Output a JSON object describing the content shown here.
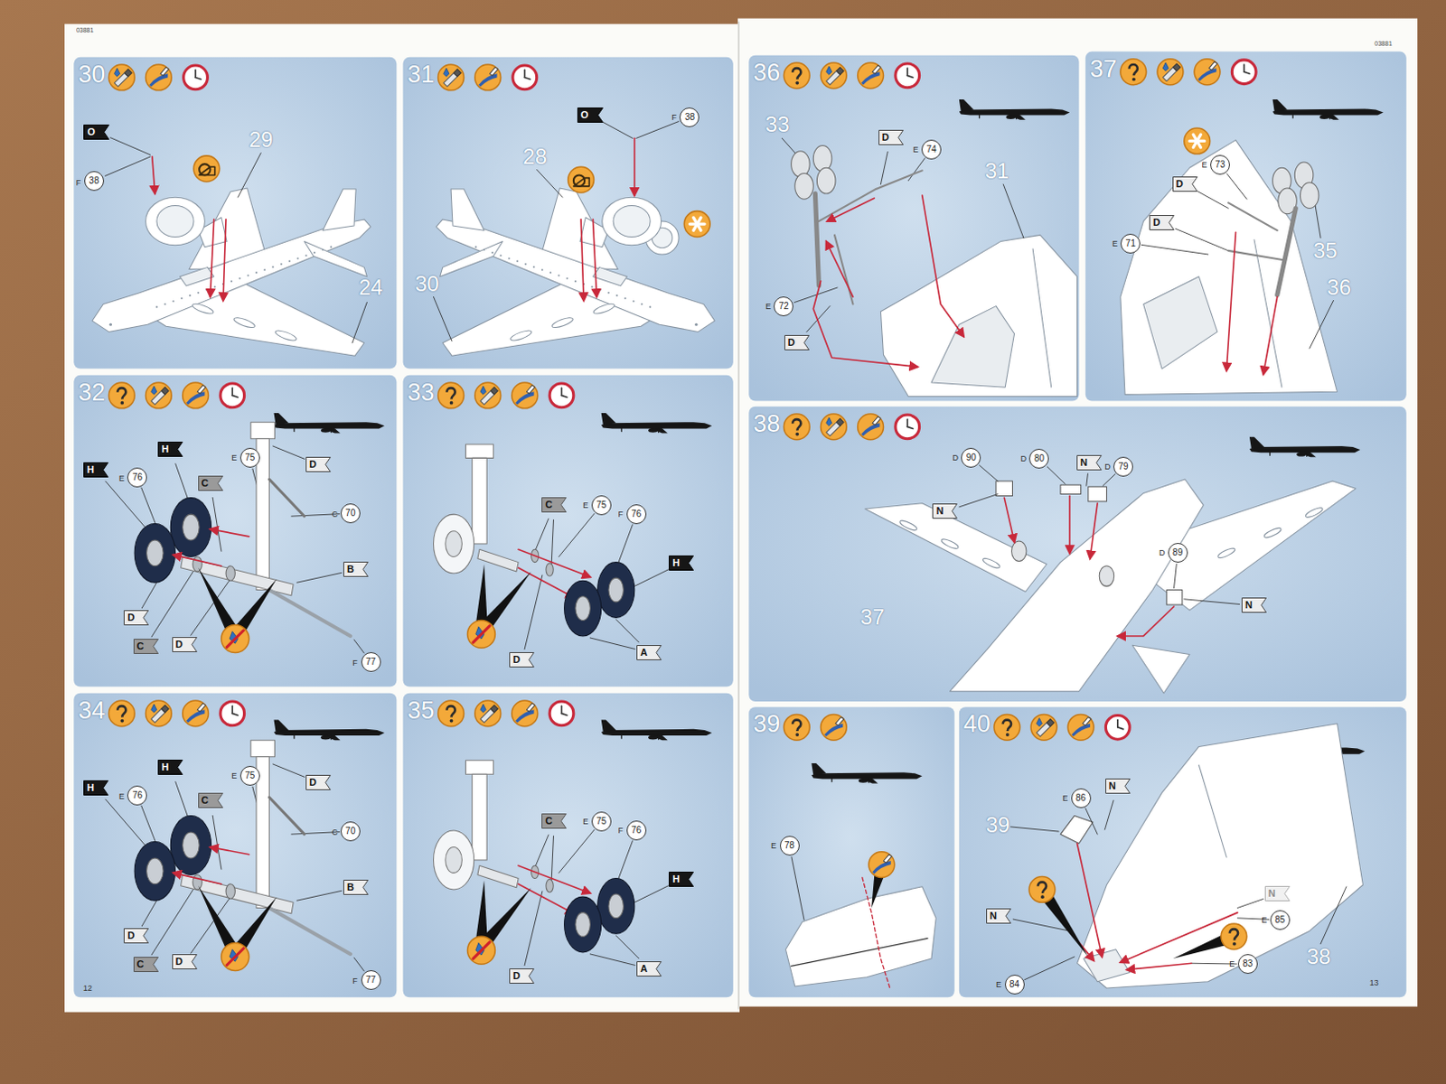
{
  "diagram": {
    "nodes": [
      {
        "text": [
          "30"
        ]
      },
      {
        "text": [
          "O"
        ],
        "in": 0
      },
      {
        "text": [
          "38"
        ],
        "in": 0
      },
      {
        "text": [
          "31"
        ]
      },
      {
        "text": [
          "O"
        ],
        "in": 3
      },
      {
        "text": [
          "38"
        ],
        "in": 3
      },
      {
        "text": [
          "32"
        ]
      },
      {
        "text": [
          "H"
        ],
        "in": 6
      },
      {
        "text": [
          "76"
        ],
        "in": 6
      },
      {
        "text": [
          "H"
        ],
        "in": 6
      },
      {
        "text": [
          "75"
        ],
        "in": 6
      },
      {
        "text": [
          "D"
        ],
        "in": 6
      },
      {
        "text": [
          "C"
        ],
        "in": 6
      },
      {
        "text": [
          "70"
        ],
        "in": 6
      },
      {
        "text": [
          "B"
        ],
        "in": 6
      },
      {
        "text": [
          "D"
        ],
        "in": 6
      },
      {
        "text": [
          "C"
        ],
        "in": 6
      },
      {
        "text": [
          "D"
        ],
        "in": 6
      },
      {
        "text": [
          "77"
        ],
        "in": 6
      },
      {
        "text": [
          "33"
        ]
      },
      {
        "text": [
          "C"
        ],
        "in": 19
      },
      {
        "text": [
          "75"
        ],
        "in": 19
      },
      {
        "text": [
          "76"
        ],
        "in": 19
      },
      {
        "text": [
          "H"
        ],
        "in": 19
      },
      {
        "text": [
          "A"
        ],
        "in": 19
      },
      {
        "text": [
          "D"
        ],
        "in": 19
      },
      {
        "text": [
          "34"
        ]
      },
      {
        "text": [
          "H"
        ],
        "in": 26
      },
      {
        "text": [
          "76"
        ],
        "in": 26
      },
      {
        "text": [
          "H"
        ],
        "in": 26
      },
      {
        "text": [
          "75"
        ],
        "in": 26
      },
      {
        "text": [
          "D"
        ],
        "in": 26
      },
      {
        "text": [
          "C"
        ],
        "in": 26
      },
      {
        "text": [
          "70"
        ],
        "in": 26
      },
      {
        "text": [
          "B"
        ],
        "in": 26
      },
      {
        "text": [
          "D"
        ],
        "in": 26
      },
      {
        "text": [
          "C"
        ],
        "in": 26
      },
      {
        "text": [
          "D"
        ],
        "in": 26
      },
      {
        "text": [
          "77"
        ],
        "in": 26
      },
      {
        "text": [
          "35"
        ]
      },
      {
        "text": [
          "C"
        ],
        "in": 39
      },
      {
        "text": [
          "75"
        ],
        "in": 39
      },
      {
        "text": [
          "76"
        ],
        "in": 39
      },
      {
        "text": [
          "H"
        ],
        "in": 39
      },
      {
        "text": [
          "A"
        ],
        "in": 39
      },
      {
        "text": [
          "D"
        ],
        "in": 39
      },
      {
        "text": [
          "36"
        ]
      },
      {
        "text": [
          "D"
        ],
        "in": 46
      },
      {
        "text": [
          "74"
        ],
        "in": 46
      },
      {
        "text": [
          "72"
        ],
        "in": 46
      },
      {
        "text": [
          "D"
        ],
        "in": 46
      },
      {
        "text": [
          "37"
        ]
      },
      {
        "text": [
          "73"
        ],
        "in": 51
      },
      {
        "text": [
          "D"
        ],
        "in": 51
      },
      {
        "text": [
          "D"
        ],
        "in": 51
      },
      {
        "text": [
          "71"
        ],
        "in": 51
      },
      {
        "text": [
          "38"
        ]
      },
      {
        "text": [
          "90"
        ],
        "in": 56
      },
      {
        "text": [
          "80"
        ],
        "in": 56
      },
      {
        "text": [
          "N"
        ],
        "in": 56
      },
      {
        "text": [
          "79"
        ],
        "in": 56
      },
      {
        "text": [
          "N"
        ],
        "in": 56
      },
      {
        "text": [
          "89"
        ],
        "in": 56
      },
      {
        "text": [
          "N"
        ],
        "in": 56
      },
      {
        "text": [
          "39"
        ]
      },
      {
        "text": [
          "78"
        ],
        "in": 64
      },
      {
        "text": [
          "40"
        ]
      },
      {
        "text": [
          "86"
        ],
        "in": 66
      },
      {
        "text": [
          "N"
        ],
        "in": 66
      },
      {
        "text": [
          "N"
        ],
        "in": 66
      },
      {
        "text": [
          "85"
        ],
        "in": 66
      },
      {
        "text": [
          "N"
        ],
        "in": 66
      },
      {
        "text": [
          "84"
        ],
        "in": 66
      },
      {
        "text": [
          "83"
        ],
        "in": 66
      }
    ],
    "labels": [
      "03881",
      "03881",
      "12",
      "13",
      "F",
      "29",
      "24",
      "F",
      "28",
      "30",
      "E",
      "E",
      "C",
      "F",
      "E",
      "F",
      "E",
      "E",
      "C",
      "F",
      "E",
      "F",
      "33",
      "E",
      "31",
      "E",
      "E",
      "E",
      "35",
      "36",
      "D",
      "D",
      "D",
      "D",
      "37",
      "E",
      "39",
      "E",
      "E",
      "E",
      "E",
      "38"
    ]
  }
}
